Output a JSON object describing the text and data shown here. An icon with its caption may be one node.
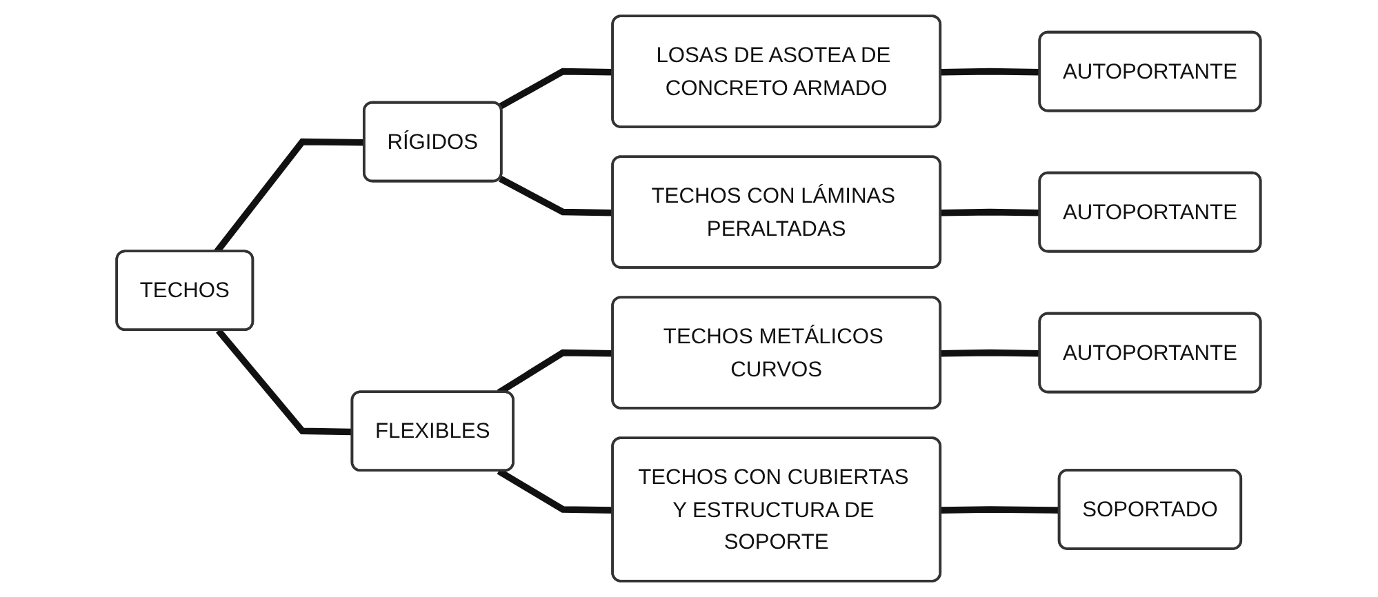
{
  "diagram": {
    "nodes": [
      {
        "text": [
          "TECHOS"
        ]
      },
      {
        "text": [
          "RÍGIDOS"
        ]
      },
      {
        "text": [
          "LOSAS DE ASOTEA DE CONCRETO ARMADO"
        ]
      },
      {
        "text": [
          "AUTOPORTANTE"
        ]
      },
      {
        "text": [
          "TECHOS CON LÁMINAS PERALTADAS"
        ]
      },
      {
        "text": [
          "AUTOPORTANTE"
        ]
      },
      {
        "text": [
          "FLEXIBLES"
        ]
      },
      {
        "text": [
          "TECHOS METÁLICOS CURVOS"
        ]
      },
      {
        "text": [
          "AUTOPORTANTE"
        ]
      },
      {
        "text": [
          "TECHOS CON CUBIERTAS Y ESTRUCTURA DE SOPORTE"
        ]
      },
      {
        "text": [
          "SOPORTADO"
        ]
      }
    ],
    "edges": [
      {
        "from": 0,
        "to": 1,
        "arrow": "none"
      },
      {
        "from": 0,
        "to": 6,
        "arrow": "none"
      },
      {
        "from": 1,
        "to": 2,
        "arrow": "none"
      },
      {
        "from": 1,
        "to": 4,
        "arrow": "none"
      },
      {
        "from": 6,
        "to": 7,
        "arrow": "none"
      },
      {
        "from": 6,
        "to": 9,
        "arrow": "none"
      },
      {
        "from": 2,
        "to": 3,
        "arrow": "none"
      },
      {
        "from": 4,
        "to": 5,
        "arrow": "none"
      },
      {
        "from": 7,
        "to": 8,
        "arrow": "none"
      },
      {
        "from": 9,
        "to": 10,
        "arrow": "none"
      }
    ]
  }
}
